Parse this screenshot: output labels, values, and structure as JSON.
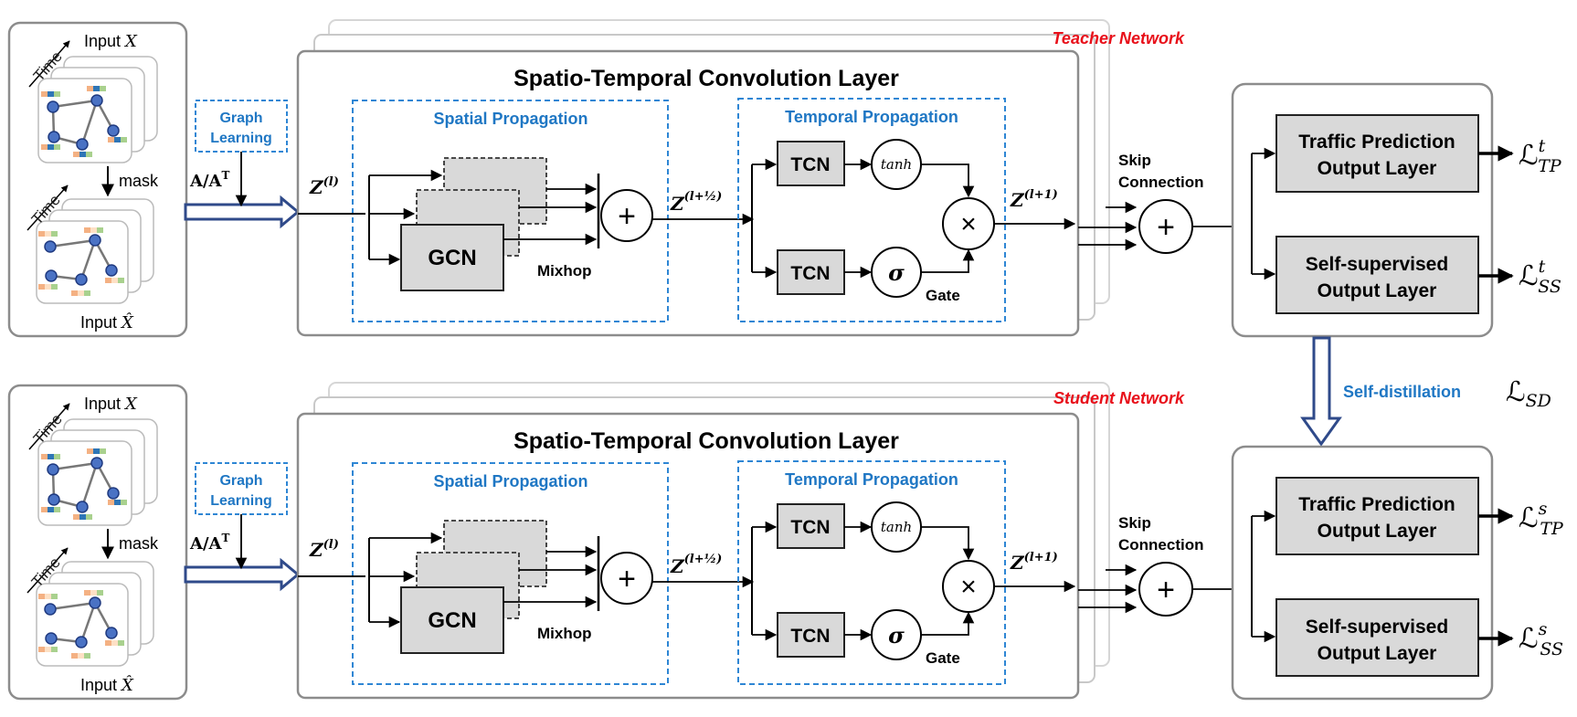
{
  "teacher": {
    "network_label": "Teacher Network",
    "input_x": "Input ",
    "input_x_var": "X",
    "input_xhat": "Input ",
    "input_xhat_var": "X̂",
    "time_top": "Time",
    "time_bottom": "Time",
    "mask": "mask",
    "graph_learning_1": "Graph",
    "graph_learning_2": "Learning",
    "adj": "A/A",
    "adj_sup": "T",
    "stcl_title": "Spatio-Temporal Convolution Layer",
    "spatial_title": "Spatial Propagation",
    "temporal_title": "Temporal Propagation",
    "gcn": "GCN",
    "mixhop": "Mixhop",
    "plus": "+",
    "times": "×",
    "z_l": "Z",
    "z_l_sup": "(l)",
    "z_half": "Z",
    "z_half_sup": "(l+½)",
    "z_next": "Z",
    "z_next_sup": "(l+1)",
    "tcn_top": "TCN",
    "tcn_bottom": "TCN",
    "tanh": "tanh",
    "sigma": "σ",
    "gate": "Gate",
    "skip_1": "Skip",
    "skip_2": "Connection",
    "traffic_1": "Traffic Prediction",
    "traffic_2": "Output Layer",
    "selfsup_1": "Self-supervised",
    "selfsup_2": "Output Layer",
    "loss_tp": "ℒ",
    "loss_tp_sup": "t",
    "loss_tp_sub": "TP",
    "loss_ss": "ℒ",
    "loss_ss_sup": "t",
    "loss_ss_sub": "SS"
  },
  "student": {
    "network_label": "Student Network",
    "input_x": "Input ",
    "input_x_var": "X",
    "input_xhat": "Input ",
    "input_xhat_var": "X̂",
    "time_top": "Time",
    "time_bottom": "Time",
    "mask": "mask",
    "graph_learning_1": "Graph",
    "graph_learning_2": "Learning",
    "adj": "A/A",
    "adj_sup": "T",
    "stcl_title": "Spatio-Temporal Convolution Layer",
    "spatial_title": "Spatial Propagation",
    "temporal_title": "Temporal Propagation",
    "gcn": "GCN",
    "mixhop": "Mixhop",
    "plus": "+",
    "times": "×",
    "z_l": "Z",
    "z_l_sup": "(l)",
    "z_half": "Z",
    "z_half_sup": "(l+½)",
    "z_next": "Z",
    "z_next_sup": "(l+1)",
    "tcn_top": "TCN",
    "tcn_bottom": "TCN",
    "tanh": "tanh",
    "sigma": "σ",
    "gate": "Gate",
    "skip_1": "Skip",
    "skip_2": "Connection",
    "traffic_1": "Traffic Prediction",
    "traffic_2": "Output Layer",
    "selfsup_1": "Self-supervised",
    "selfsup_2": "Output Layer",
    "loss_tp": "ℒ",
    "loss_tp_sup": "s",
    "loss_tp_sub": "TP",
    "loss_ss": "ℒ",
    "loss_ss_sup": "s",
    "loss_ss_sub": "SS"
  },
  "self_distillation": "Self-distillation",
  "loss_sd": "ℒ",
  "loss_sd_sub": "SD",
  "colors": {
    "red_label": "#e8101a",
    "blue_label": "#1f77c4",
    "dash_blue": "#2e86d4",
    "dark_blue_arrow": "#2f4a8a",
    "gray_fill": "#d9d9d9",
    "node_blue": "#4a72c4",
    "frame_gray": "#8c8c8c"
  }
}
